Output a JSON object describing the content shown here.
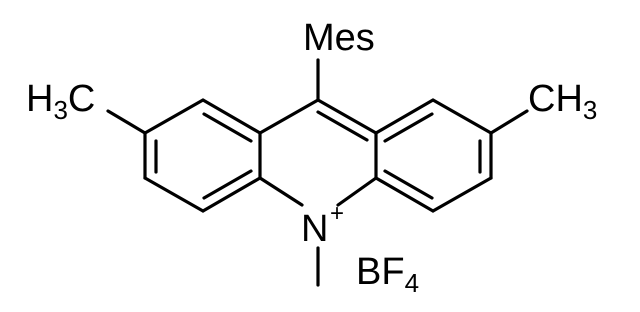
{
  "structure": {
    "labels": {
      "top_substituent": "Mes",
      "left_methyl_main": "H",
      "left_methyl_sub": "3",
      "left_methyl_tail": "C",
      "right_methyl_main": "CH",
      "right_methyl_sub": "3",
      "nitrogen": "N",
      "nitrogen_charge": "+",
      "counterion_main": "BF",
      "counterion_sub": "4"
    },
    "colors": {
      "bonds": "#000000",
      "text": "#000000",
      "background": "#ffffff"
    }
  }
}
